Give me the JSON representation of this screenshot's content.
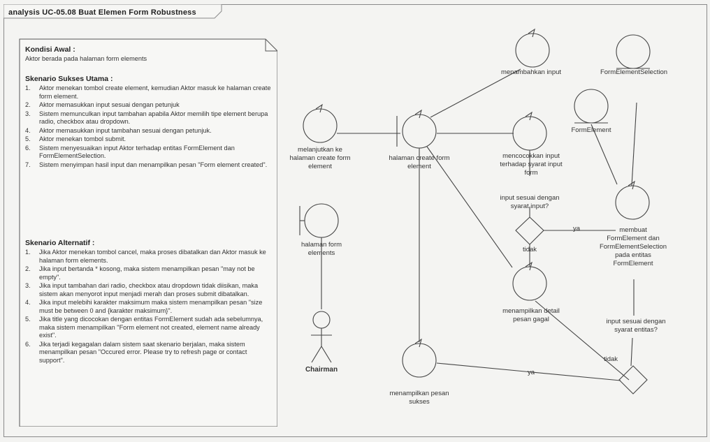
{
  "title": "analysis UC-05.08  Buat Elemen Form Robustness",
  "note": {
    "precondition_heading": "Kondisi Awal :",
    "precondition_text": "Aktor berada pada halaman form elements",
    "main_heading": "Skenario Sukses Utama :",
    "main_steps": [
      {
        "num": "1.",
        "text": "Aktor menekan tombol create element, kemudian Aktor masuk ke halaman create form element."
      },
      {
        "num": "2.",
        "text": "Aktor memasukkan input sesuai dengan petunjuk"
      },
      {
        "num": "3.",
        "text": "Sistem memunculkan input tambahan apabila Aktor memilih tipe element berupa radio, checkbox atau dropdown."
      },
      {
        "num": "4.",
        "text": "Aktor memasukkan input tambahan sesuai dengan petunjuk."
      },
      {
        "num": "5.",
        "text": "Aktor menekan tombol submit."
      },
      {
        "num": "6.",
        "text": "Sistem menyesuaikan input Aktor terhadap entitas FormElement dan FormElementSelection."
      },
      {
        "num": "7.",
        "text": "Sistem menyimpan hasil input dan menampilkan pesan \"Form element created\"."
      }
    ],
    "alt_heading": "Skenario Alternatif :",
    "alt_steps": [
      {
        "num": "1.",
        "text": "Jika Aktor menekan tombol cancel, maka proses dibatalkan dan Aktor masuk ke halaman form elements."
      },
      {
        "num": "2.",
        "text": "Jika input bertanda * kosong, maka sistem menampilkan pesan \"may not be empty\"."
      },
      {
        "num": "3.",
        "text": "Jika input tambahan dari radio, checkbox atau dropdown tidak diisikan, maka sistem akan menyorot input menjadi merah dan proses submit dibatalkan."
      },
      {
        "num": "4.",
        "text": "Jika input melebihi karakter maksimum maka sistem menampilkan pesan \"size must be between 0 and {karakter maksimum}\"."
      },
      {
        "num": "5.",
        "text": "Jika title yang dicocokan dengan entitas FormElement sudah ada sebelumnya, maka sistem menampilkan \"Form element not created, element name already exist\"."
      },
      {
        "num": "6.",
        "text": "Jika terjadi kegagalan dalam sistem saat skenario berjalan, maka sistem menampilkan pesan \"Occured error. Please try to refresh page or contact support\"."
      }
    ]
  },
  "diagram": {
    "actor": "Chairman",
    "boundaries": {
      "form_elements": "halaman form\nelements",
      "create_form": "halaman create form\nelement"
    },
    "controls": {
      "lanjutkan": "melanjutkan ke\nhalaman create form\nelement",
      "menambahkan": "menambahkan input",
      "mencocokkan": "mencocokkan input\nterhadap syarat input\nform",
      "membuat": "membuat\nFormElement dan\nFormElementSelection\npada entitas\nFormElement",
      "detail_gagal": "menampilkan detail\npesan gagal",
      "pesan_sukses": "menampilkan pesan\nsukses"
    },
    "entities": {
      "selection": "FormElementSelection",
      "element": "FormElement"
    },
    "decisions": {
      "d1_label": "input sesuai dengan\nsyarat input?",
      "d2_label": "input sesuai dengan\nsyarat entitas?"
    },
    "guards": {
      "d1_yes": "ya",
      "d1_no": "tidak",
      "d2_yes": "ya",
      "d2_no": "tidak"
    }
  }
}
